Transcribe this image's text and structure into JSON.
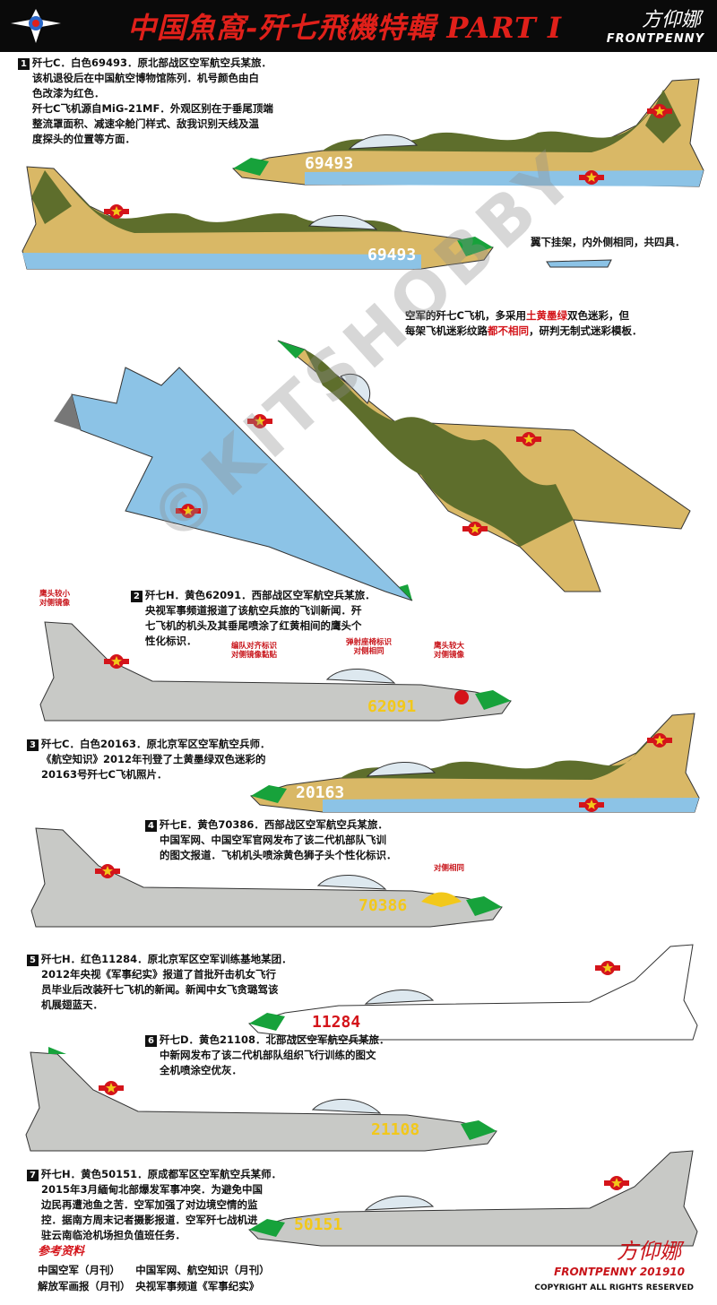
{
  "header": {
    "title": "中国魚窩-歼七飛機特輯 PART I",
    "signature": "方仰娜",
    "brand": "FRONTPENNY"
  },
  "sections": {
    "s1": {
      "no": "1",
      "lines": [
        "歼七C．白色69493．原北部战区空军航空兵某旅．",
        "该机退役后在中国航空博物馆陈列．机号颜色由白",
        "色改漆为红色．",
        "歼七C飞机源自MiG-21MF．外观区别在于垂尾顶端",
        "整流罩面积、减速伞舱门样式、敌我识别天线及温",
        "度探头的位置等方面．"
      ],
      "serial": "69493"
    },
    "wing_note": "翼下挂架，内外侧相同，共四具．",
    "camo_note": {
      "line1_a": "空军的歼七C飞机，多采用",
      "line1_hl": "土黄墨绿",
      "line1_b": "双色迷彩，但",
      "line2_a": "每架飞机迷彩纹路",
      "line2_hl": "都不相同",
      "line2_b": "，研判无制式迷彩模板．"
    },
    "s2": {
      "no": "2",
      "lines": [
        "歼七H．黄色62091．西部战区空军航空兵某旅．",
        "央视军事频道报道了该航空兵旅的飞训新闻．歼",
        "七飞机的机头及其垂尾喷涂了红黄相间的鹰头个",
        "性化标识．"
      ],
      "serial": "62091",
      "callout1": [
        "鹰头较小",
        "对侧镜像"
      ],
      "callout2": [
        "编队对齐标识",
        "对侧镜像黏贴"
      ],
      "callout3": [
        "弹射座椅标识",
        "对侧相同"
      ],
      "callout4": [
        "鹰头较大",
        "对侧镜像"
      ]
    },
    "s3": {
      "no": "3",
      "lines": [
        "歼七C．白色20163．原北京军区空军航空兵师．",
        "《航空知识》2012年刊登了土黄墨绿双色迷彩的",
        "20163号歼七C飞机照片．"
      ],
      "serial": "20163"
    },
    "s4": {
      "no": "4",
      "lines": [
        "歼七E．黄色70386．西部战区空军航空兵某旅．",
        "中国军网、中国空军官网发布了该二代机部队飞训",
        "的图文报道．飞机机头喷涂黄色狮子头个性化标识．"
      ],
      "serial": "70386",
      "callout": [
        "对侧相同"
      ]
    },
    "s5": {
      "no": "5",
      "lines": [
        "歼七H．红色11284．原北京军区空军训练基地某团．",
        "2012年央视《军事纪实》报道了首批歼击机女飞行",
        "员毕业后改装歼七飞机的新闻。新闻中女飞贪璐驾该",
        "机展翅蓝天．"
      ],
      "serial": "11284"
    },
    "s6": {
      "no": "6",
      "lines": [
        "歼七D．黄色21108．北部战区空军航空兵某旅．",
        "中新网发布了该二代机部队组织飞行训练的图文",
        "全机喷涂空优灰．"
      ],
      "serial": "21108"
    },
    "s7": {
      "no": "7",
      "lines": [
        "歼七H．黄色50151．原成都军区空军航空兵某师．",
        "2015年3月緬甸北部爆发军事冲突．为避免中国",
        "边民再遭池鱼之苦．空军加强了对边境空情的监",
        "控．据南方周末记者摄影报道．空军歼七战机进",
        "驻云南临沧机场担负值班任务．"
      ],
      "serial": "50151"
    }
  },
  "watermark": "©KITSHOBBY",
  "references": {
    "title": "参考资料",
    "row1": "中国空军（月刊）　　中国军网、航空知识（月刊）",
    "row2": "解放军画报（月刊）　央视军事频道《军事纪实》"
  },
  "footer": {
    "signature": "方仰娜",
    "brand": "FRONTPENNY",
    "date": "201910",
    "copyright": "COPYRIGHT ALL RIGHTS RESERVED"
  },
  "colors": {
    "header_bg": "#0a0a0a",
    "title_red": "#e0201a",
    "camo_tan": "#d9b866",
    "camo_green": "#5e6e2c",
    "belly_blue": "#8cc3e6",
    "gray": "#c8c9c6",
    "nose_green": "#17a23b",
    "insignia_red": "#d4141a",
    "star_yellow": "#f2c81a"
  }
}
